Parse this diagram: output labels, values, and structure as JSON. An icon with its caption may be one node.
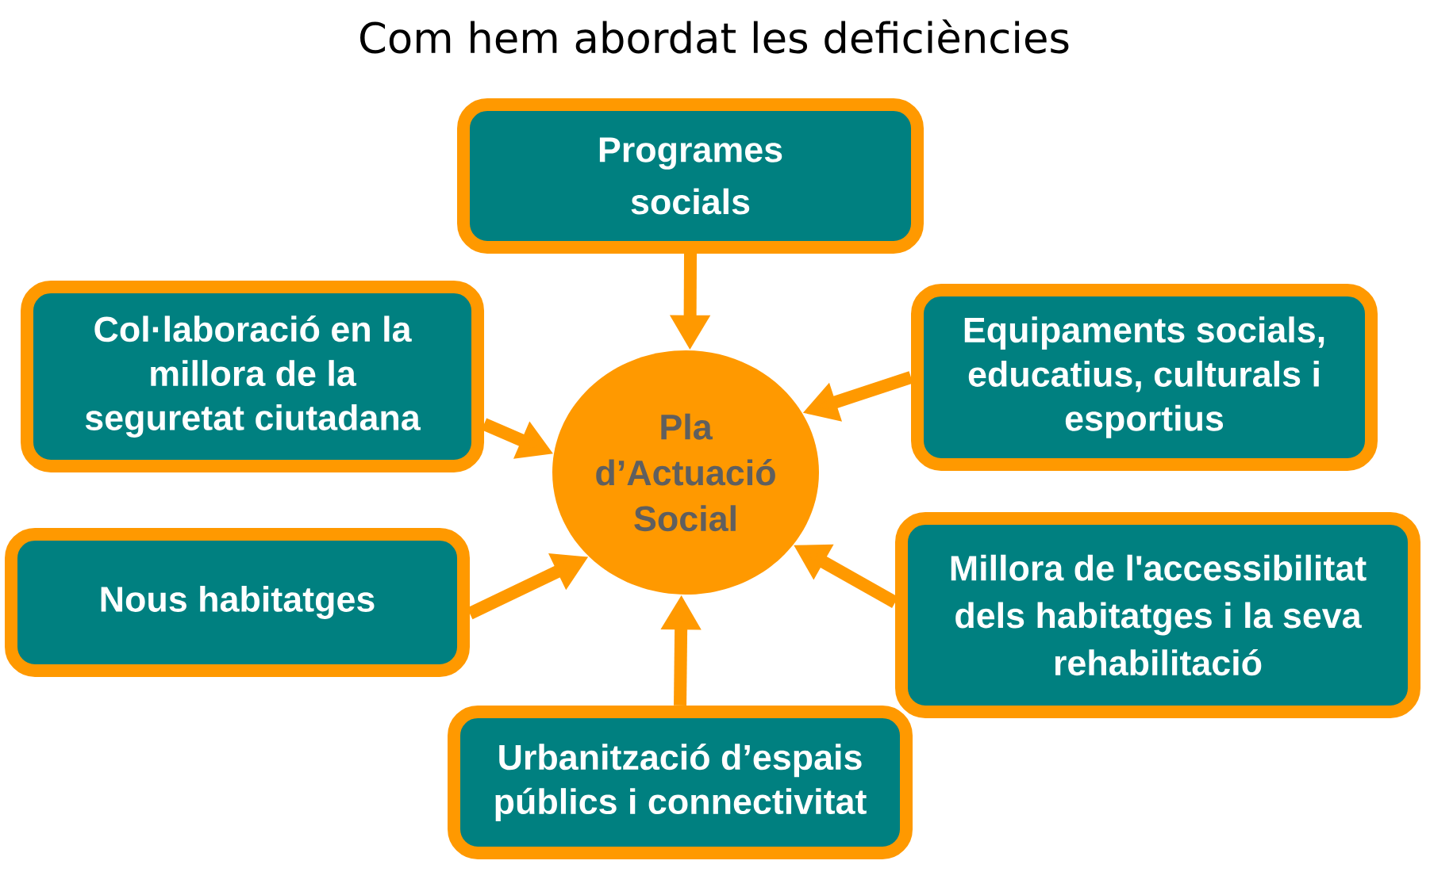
{
  "diagram": {
    "title": "Com hem abordat les deficiències",
    "nodes": [
      {
        "text": [
          "Programes socials"
        ]
      },
      {
        "text": [
          "Col·laboració en la millora de la seguretat ciutadana"
        ]
      },
      {
        "text": [
          "Equipaments socials, educatius, culturals i esportius"
        ]
      },
      {
        "text": [
          "Pla d’Actuació Social"
        ]
      },
      {
        "text": [
          "Nous habitatges"
        ]
      },
      {
        "text": [
          "Millora de l'accessibilitat dels habitatges i la seva rehabilitació"
        ]
      },
      {
        "text": [
          "Urbanització d’espais públics i connectivitat"
        ]
      }
    ],
    "edges": [
      {
        "from": 0,
        "to": 3,
        "arrow": "to"
      },
      {
        "from": 1,
        "to": 3,
        "arrow": "to"
      },
      {
        "from": 2,
        "to": 3,
        "arrow": "to"
      },
      {
        "from": 4,
        "to": 3,
        "arrow": "to"
      },
      {
        "from": 5,
        "to": 3,
        "arrow": "to"
      },
      {
        "from": 6,
        "to": 3,
        "arrow": "to"
      }
    ]
  }
}
